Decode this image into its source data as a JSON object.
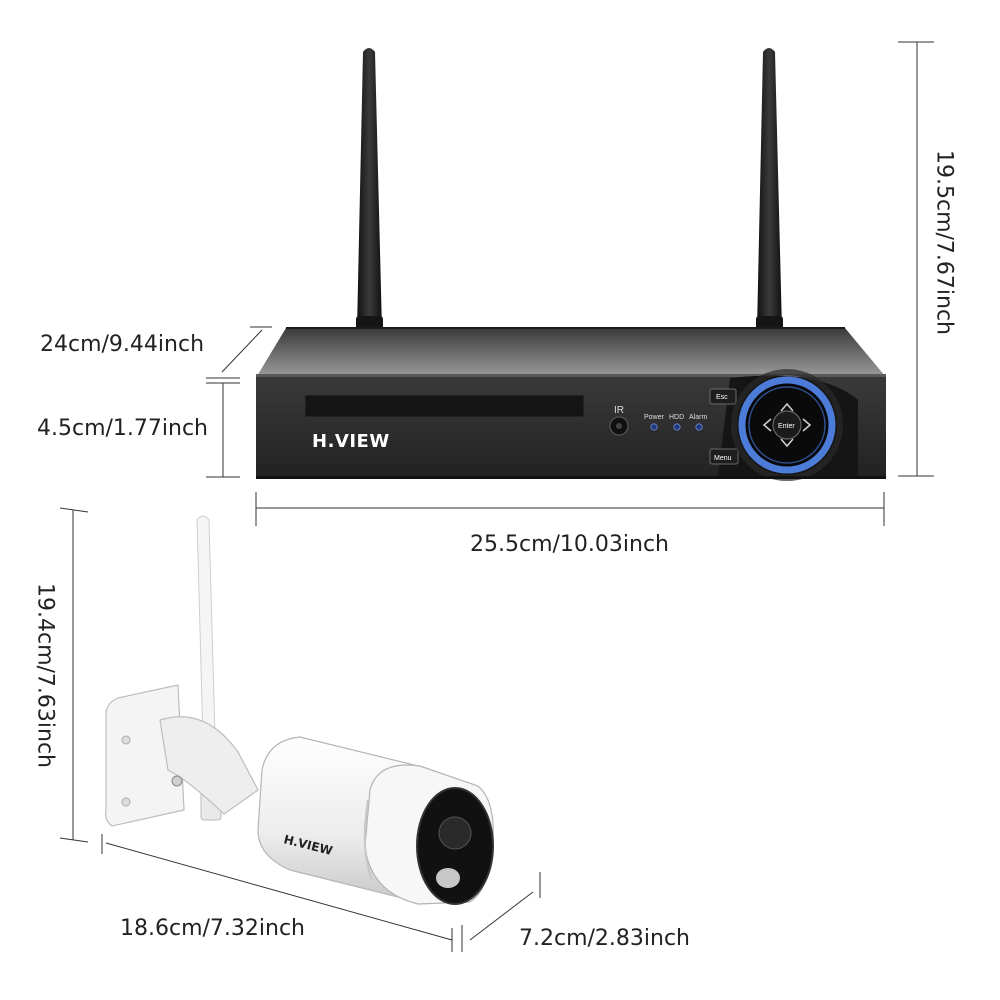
{
  "brand": "H.VIEW",
  "nvr": {
    "ir_label": "IR",
    "led_labels": [
      "Power",
      "HDD",
      "Alarm"
    ],
    "esc_label": "Esc",
    "menu_label": "Menu",
    "enter_label": "Enter"
  },
  "dimensions": {
    "nvr_depth": "24cm/9.44inch",
    "nvr_height": "4.5cm/1.77inch",
    "nvr_width": "25.5cm/10.03inch",
    "nvr_total_height": "19.5cm/7.67inch",
    "camera_height": "19.4cm/7.63inch",
    "camera_length": "18.6cm/7.32inch",
    "camera_diameter": "7.2cm/2.83inch"
  },
  "colors": {
    "nvr_body": "#2b2b2b",
    "nvr_top": "#c9c9c9",
    "antenna": "#1e1e1e",
    "camera_body": "#f2f2f2",
    "accent_ring": "#4d7bd8"
  }
}
